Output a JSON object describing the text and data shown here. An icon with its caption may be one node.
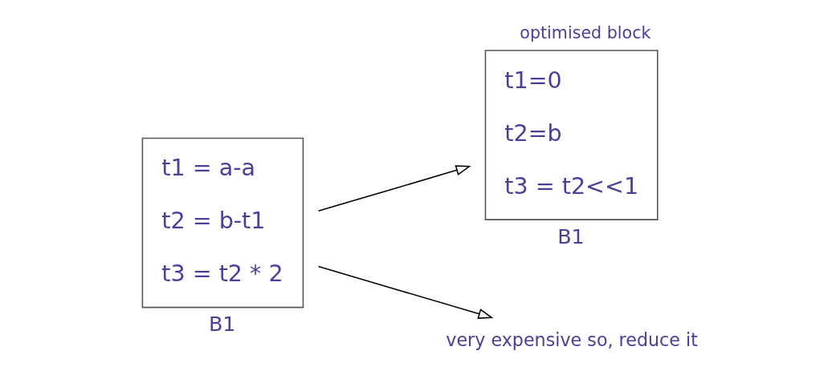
{
  "diagram": {
    "nodes": [
      {
        "text": [
          "t1 = a-a",
          "t2 = b-t1",
          "t3 = t2 * 2"
        ],
        "beside": [
          "B1"
        ]
      },
      {
        "text": [
          "optimised block",
          "t1=0",
          "t2=b",
          "t3 = t2<<1"
        ],
        "beside": [
          "B1"
        ]
      },
      {
        "text": [
          "very expensive so, reduce it"
        ]
      }
    ],
    "edges": [
      {
        "from": 0,
        "to": 1,
        "arrow": "to"
      },
      {
        "from": 0,
        "to": 2,
        "arrow": "to"
      }
    ]
  }
}
